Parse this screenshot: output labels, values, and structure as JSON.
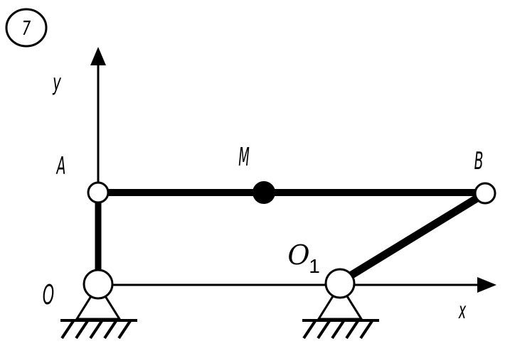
{
  "figure": {
    "number": "7"
  },
  "labels": {
    "y_axis": "y",
    "x_axis": "x",
    "A": "A",
    "M": "M",
    "B": "B",
    "O": "O",
    "O1_main": "O",
    "O1_sub": "1"
  },
  "colors": {
    "ink": "#000000",
    "paper": "#ffffff"
  }
}
